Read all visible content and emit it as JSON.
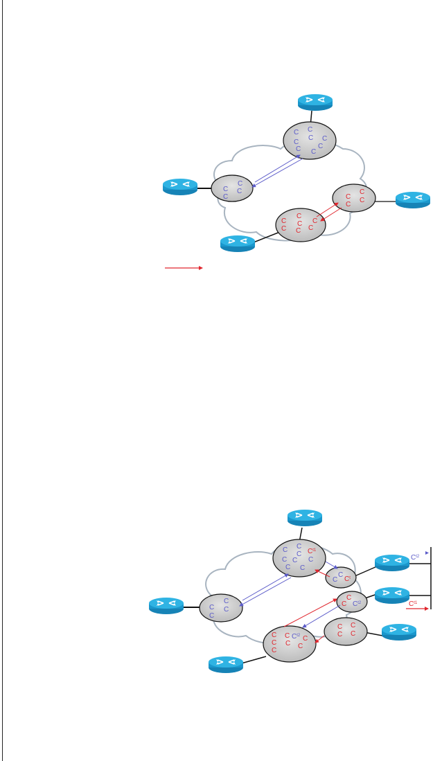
{
  "colors": {
    "blue": "#5b5bc9",
    "red": "#e0262e",
    "node_fill": "#c9c9c9",
    "cloud_stroke": "#a8b4c0",
    "router": "#2aa8d8"
  },
  "icons": {
    "router": "router-icon",
    "cloud": "network-cloud"
  },
  "diagram_top": {
    "top_node_labels": [
      "C",
      "C",
      "C",
      "C",
      "C",
      "C",
      "C",
      "C"
    ],
    "left_node_labels": [
      "C",
      "C",
      "C",
      "C"
    ],
    "right_node_labels": [
      "C",
      "C",
      "C",
      "C"
    ],
    "bottom_node_labels": [
      "C",
      "C",
      "C",
      "C",
      "C",
      "C",
      "C"
    ]
  },
  "diagram_bottom": {
    "top_node_labels": [
      "C",
      "C",
      "C",
      "C",
      "C",
      "C",
      "C",
      "C"
    ],
    "top_node_special": "C",
    "top_node_special_sup": "t1",
    "small_node_labels": [
      "C",
      "C"
    ],
    "small_node_special": "C",
    "small_node_special_sup": "t",
    "mid_node_labels": [
      "C",
      "C"
    ],
    "mid_node_special": "C",
    "mid_node_special_sup": "t2",
    "left_node_labels": [
      "C",
      "C",
      "C",
      "C"
    ],
    "bottom_node_labels": [
      "C",
      "C",
      "C",
      "C",
      "C",
      "C",
      "C"
    ],
    "bottom_node_special": "C",
    "bottom_node_special_sup": "t2",
    "right_node_labels": [
      "C",
      "C",
      "C",
      "C"
    ],
    "legend_t2": "C",
    "legend_t2_sup": "t2",
    "legend_t1": "C",
    "legend_t1_sup": "t1"
  }
}
